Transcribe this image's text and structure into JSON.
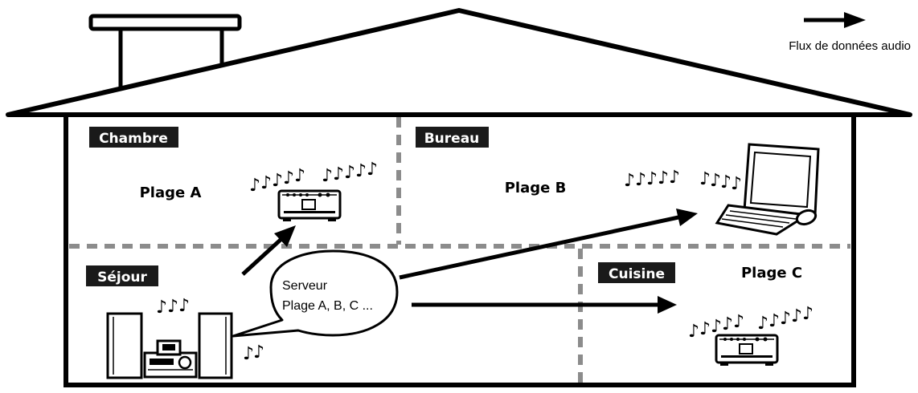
{
  "legend": {
    "label": "Flux de données audio"
  },
  "rooms": {
    "chambre": {
      "label": "Chambre",
      "track": "Plage A"
    },
    "bureau": {
      "label": "Bureau",
      "track": "Plage B"
    },
    "sejour": {
      "label": "Séjour"
    },
    "cuisine": {
      "label": "Cuisine",
      "track": "Plage C"
    }
  },
  "server_bubble": {
    "line1": "Serveur",
    "line2": "Plage A, B, C ..."
  },
  "music_notes": {
    "glyph": "♪"
  },
  "colors": {
    "ink": "#000000",
    "divider": "#8c8c8c",
    "label_bg": "#1a1a1a",
    "background": "#ffffff"
  },
  "icons": [
    "audio-flow-arrow-icon",
    "antenna-icon",
    "music-note-icon",
    "network-audio-player-icon",
    "laptop-computer-icon",
    "mouse-icon",
    "hifi-system-icon",
    "speaker-icon"
  ]
}
